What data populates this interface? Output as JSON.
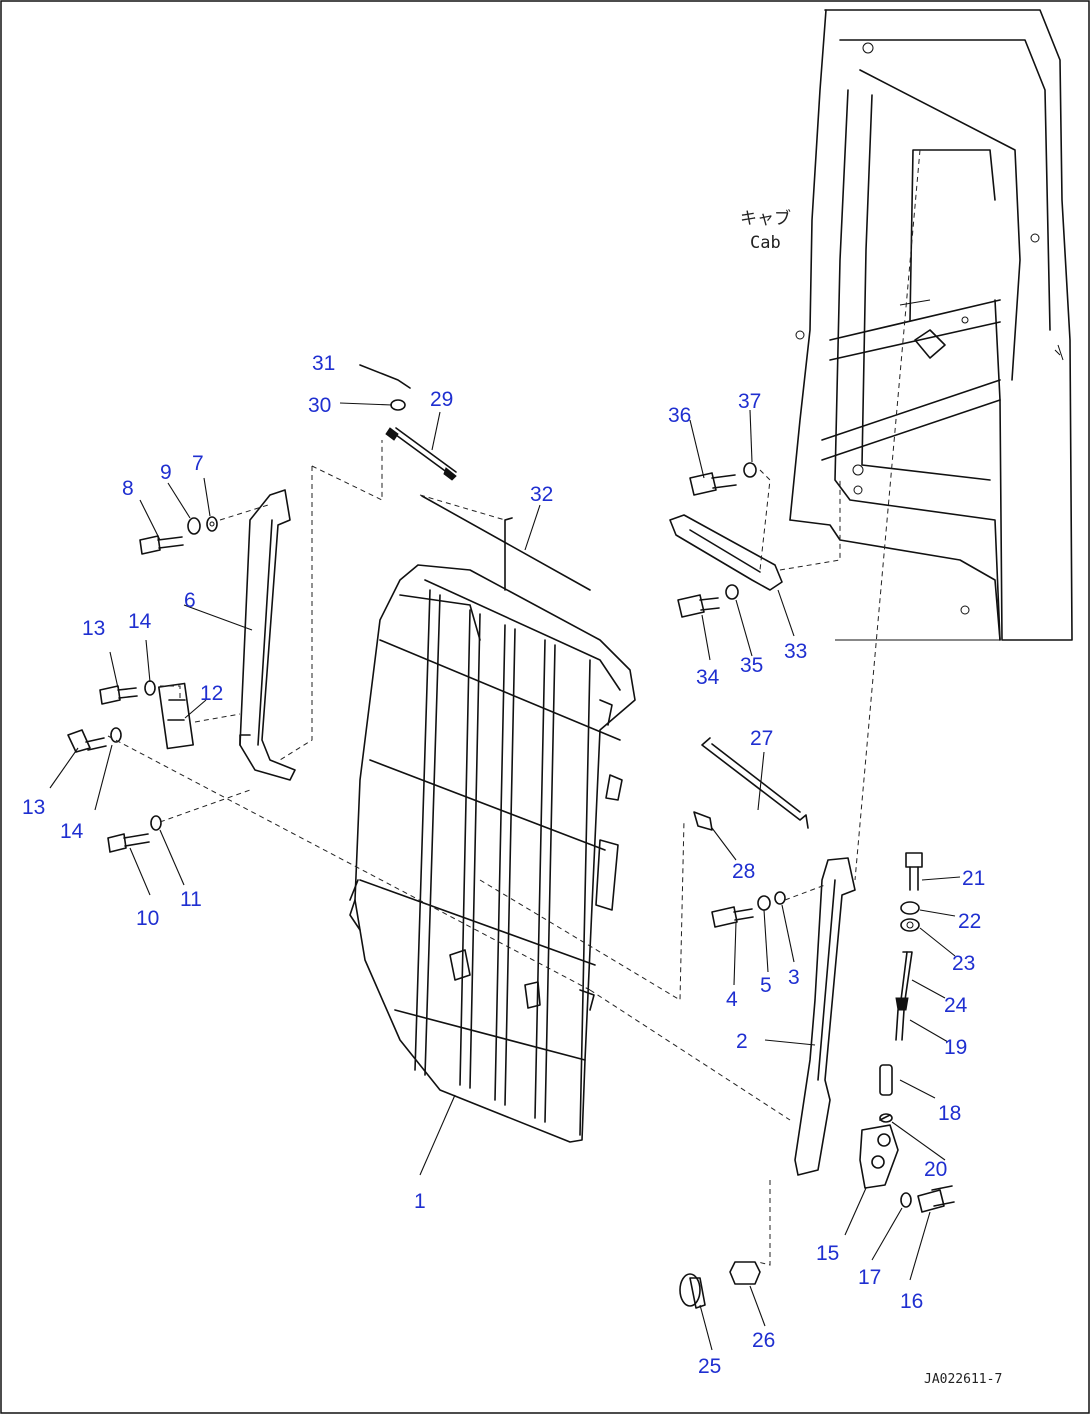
{
  "drawing": {
    "id": "JA022611-7",
    "cab_label_jp": "キャブ",
    "cab_label_en": "Cab"
  },
  "callouts": [
    {
      "n": "1"
    },
    {
      "n": "2"
    },
    {
      "n": "3"
    },
    {
      "n": "4"
    },
    {
      "n": "5"
    },
    {
      "n": "6"
    },
    {
      "n": "7"
    },
    {
      "n": "8"
    },
    {
      "n": "9"
    },
    {
      "n": "10"
    },
    {
      "n": "11"
    },
    {
      "n": "12"
    },
    {
      "n": "13"
    },
    {
      "n": "14"
    },
    {
      "n": "13"
    },
    {
      "n": "14"
    },
    {
      "n": "15"
    },
    {
      "n": "16"
    },
    {
      "n": "17"
    },
    {
      "n": "18"
    },
    {
      "n": "19"
    },
    {
      "n": "20"
    },
    {
      "n": "21"
    },
    {
      "n": "22"
    },
    {
      "n": "23"
    },
    {
      "n": "24"
    },
    {
      "n": "25"
    },
    {
      "n": "26"
    },
    {
      "n": "27"
    },
    {
      "n": "28"
    },
    {
      "n": "29"
    },
    {
      "n": "30"
    },
    {
      "n": "31"
    },
    {
      "n": "32"
    },
    {
      "n": "33"
    },
    {
      "n": "34"
    },
    {
      "n": "35"
    },
    {
      "n": "36"
    },
    {
      "n": "37"
    }
  ],
  "colors": {
    "callout": "#1f2fd0",
    "line": "#111111",
    "background": "#ffffff"
  }
}
